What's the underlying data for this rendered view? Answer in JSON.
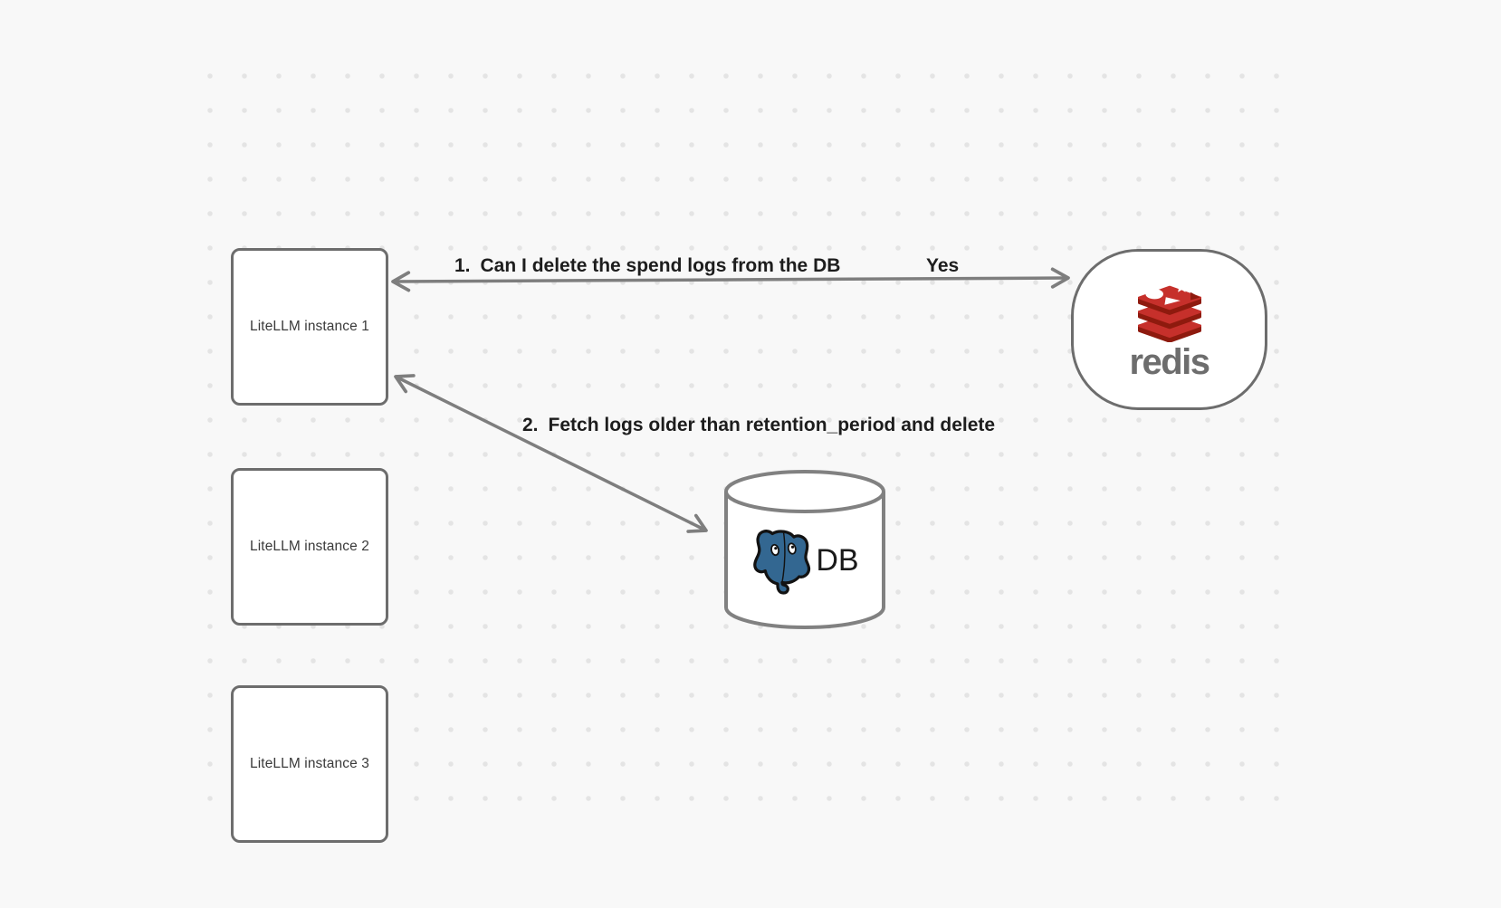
{
  "diagram": {
    "nodes": {
      "instance1": {
        "label": "LiteLLM instance 1"
      },
      "instance2": {
        "label": "LiteLLM instance 2"
      },
      "instance3": {
        "label": "LiteLLM instance 3"
      },
      "redis": {
        "label": "redis"
      },
      "db": {
        "label": "DB"
      }
    },
    "edges": {
      "edge1": {
        "number": "1.",
        "label": "Can I delete the spend logs from the DB",
        "response": "Yes"
      },
      "edge2": {
        "number": "2.",
        "label": "Fetch logs older than retention_period and delete"
      }
    },
    "colors": {
      "background": "#f8f8f8",
      "grid_dot": "#e4e4e4",
      "node_border": "#6d6d6d",
      "node_fill": "#ffffff",
      "arrow": "#7e7e7e",
      "node_text": "#3a3a3a",
      "label_text": "#1d1d1d",
      "redis_red": "#c6302b",
      "redis_dark_red": "#8e1a0e",
      "redis_wordmark": "#6d6d6d",
      "postgres_blue": "#336791",
      "db_text": "#1a1a1a"
    }
  }
}
